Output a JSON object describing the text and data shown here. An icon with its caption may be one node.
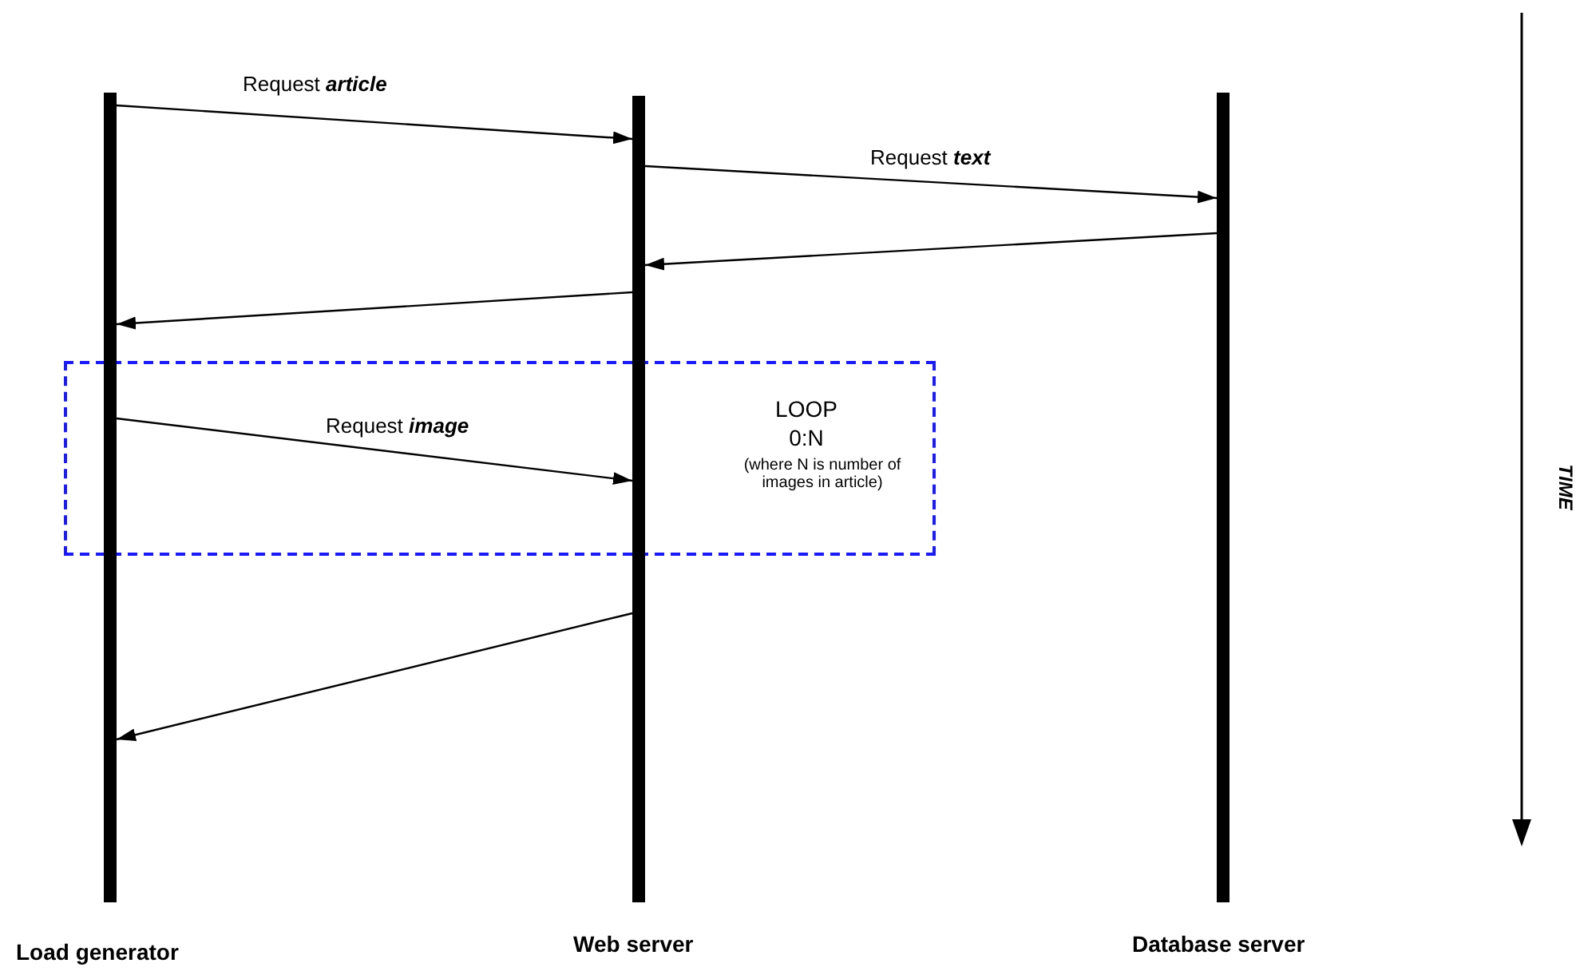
{
  "diagram": {
    "nodes": [
      {
        "text": [
          "Load generator"
        ]
      },
      {
        "text": [
          "Web server"
        ]
      },
      {
        "text": [
          "Database server"
        ]
      },
      {
        "text": [
          "LOOP",
          "0:N",
          "(where N is number of images in article)"
        ]
      }
    ],
    "edges": [
      {
        "from": 0,
        "to": 1,
        "arrow": "to",
        "label": "Request **article**"
      },
      {
        "from": 1,
        "to": 2,
        "arrow": "to",
        "label": "Request **text**"
      },
      {
        "from": 2,
        "to": 1,
        "arrow": "to"
      },
      {
        "from": 1,
        "to": 0,
        "arrow": "to"
      },
      {
        "from": 0,
        "to": 1,
        "arrow": "to",
        "label": "Request **image**"
      },
      {
        "from": 1,
        "to": 0,
        "arrow": "to"
      }
    ],
    "labels": [
      "TIME"
    ]
  }
}
